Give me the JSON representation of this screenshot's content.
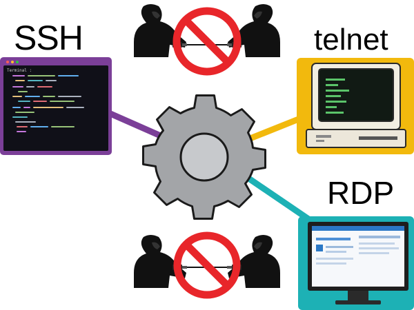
{
  "labels": {
    "ssh": "SSH",
    "telnet": "telnet",
    "rdp": "RDP"
  },
  "ssh_terminal": {
    "title": "Terminal :"
  },
  "nodes": {
    "ssh_border_color": "#7b3f98",
    "telnet_border_color": "#f2b90d",
    "rdp_border_color": "#1db1b5",
    "gear_color": "#a3a5a8",
    "block_sign_color": "#e8262a"
  },
  "icons": [
    "gear-icon",
    "terminal-window-icon",
    "retro-computer-icon",
    "desktop-monitor-icon",
    "hacker-figure-icon",
    "no-symbol-icon",
    "cable-plug-icon"
  ]
}
